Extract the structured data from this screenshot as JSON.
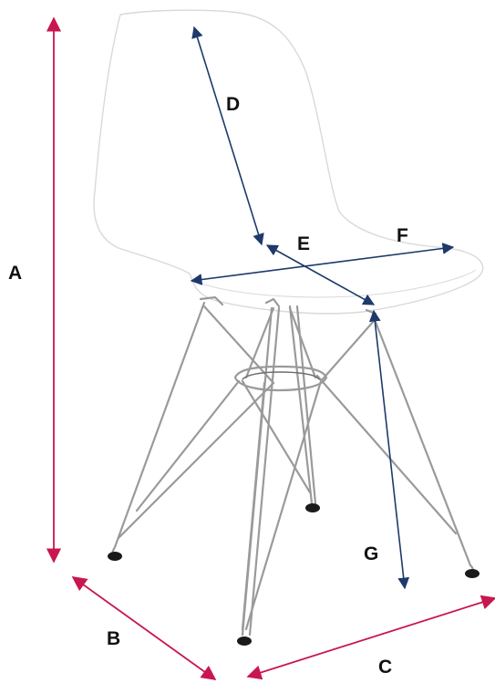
{
  "colors": {
    "outer_dimension": "#c8174f",
    "inner_dimension": "#1d3a6b",
    "label": "#111111",
    "seat_outline": "#d9d9d9",
    "chrome": "#9a9a9a",
    "chrome_dark": "#6e6e6e",
    "foot": "#1a1a1a"
  },
  "labels": {
    "a": "A",
    "b": "B",
    "c": "C",
    "d": "D",
    "e": "E",
    "f": "F",
    "g": "G"
  }
}
